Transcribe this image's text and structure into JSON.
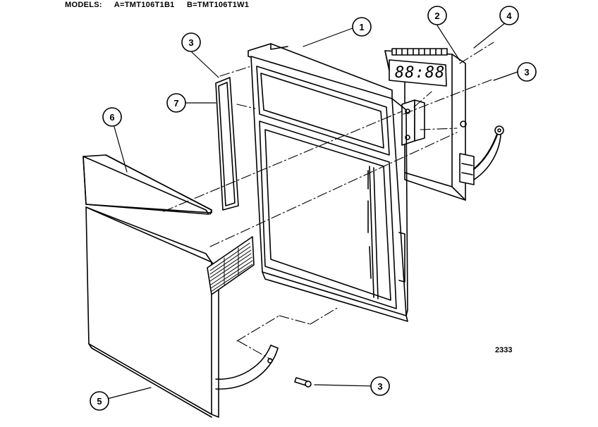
{
  "header": {
    "models_label": "MODELS:",
    "model_a": "A=TMT106T1B1",
    "model_b": "B=TMT106T1W1"
  },
  "figure_number": "2333",
  "callouts": [
    {
      "id": "callout-1",
      "label": "1"
    },
    {
      "id": "callout-2",
      "label": "2"
    },
    {
      "id": "callout-3-top-left",
      "label": "3"
    },
    {
      "id": "callout-4",
      "label": "4"
    },
    {
      "id": "callout-3-right",
      "label": "3"
    },
    {
      "id": "callout-7",
      "label": "7"
    },
    {
      "id": "callout-6",
      "label": "6"
    },
    {
      "id": "callout-3-bottom",
      "label": "3"
    },
    {
      "id": "callout-5",
      "label": "5"
    }
  ],
  "display_readout": "88:88"
}
